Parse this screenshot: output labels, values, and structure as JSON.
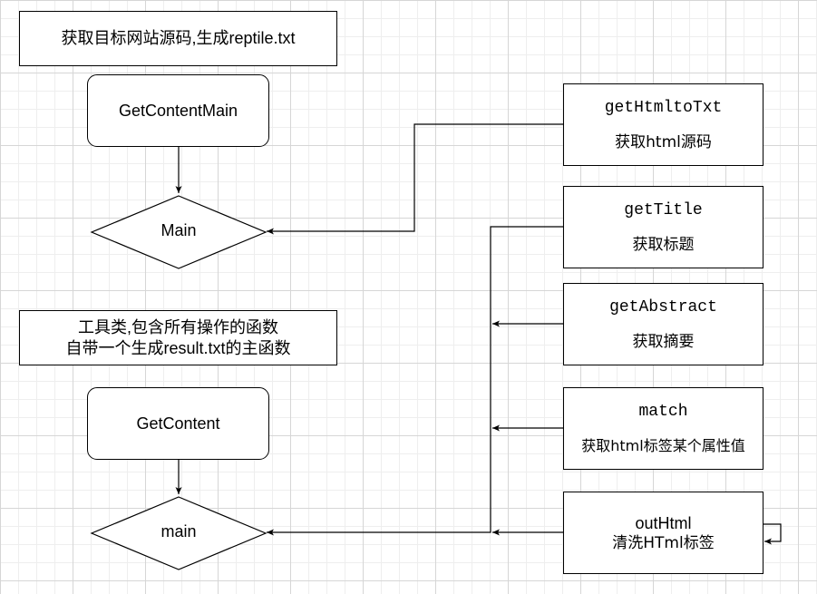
{
  "notes": {
    "top": "获取目标网站源码,生成reptile.txt",
    "bottom_line1": "工具类,包含所有操作的函数",
    "bottom_line2": "自带一个生成result.txt的主函数"
  },
  "nodes": {
    "get_content_main": "GetContentMain",
    "main_upper": "Main",
    "get_content": "GetContent",
    "main_lower": "main"
  },
  "functions": [
    {
      "name": "getHtmltoTxt",
      "desc": "获取html源码"
    },
    {
      "name": "getTitle",
      "desc": "获取标题"
    },
    {
      "name": "getAbstract",
      "desc": "获取摘要"
    },
    {
      "name": "match",
      "desc": "获取html标签某个属性值"
    },
    {
      "name": "outHtml",
      "desc": "清洗HTml标签"
    }
  ]
}
